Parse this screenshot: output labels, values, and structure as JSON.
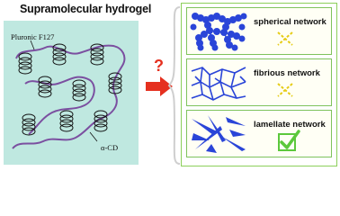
{
  "title": "Supramolecular hydrogel",
  "labels": {
    "pluronic": "Pluronic F127",
    "acd": "α-CD"
  },
  "question_mark": "?",
  "networks": [
    {
      "label": "spherical network",
      "result": "cross"
    },
    {
      "label": "fibrious network",
      "result": "cross"
    },
    {
      "label": "lamellate network",
      "result": "check"
    }
  ],
  "colors": {
    "panel": "#bfe8e0",
    "blue": "#2a45d8",
    "purple": "#7b4fa0",
    "red": "#e5301f",
    "green": "#5cc83c",
    "yellow": "#e6cc14"
  }
}
